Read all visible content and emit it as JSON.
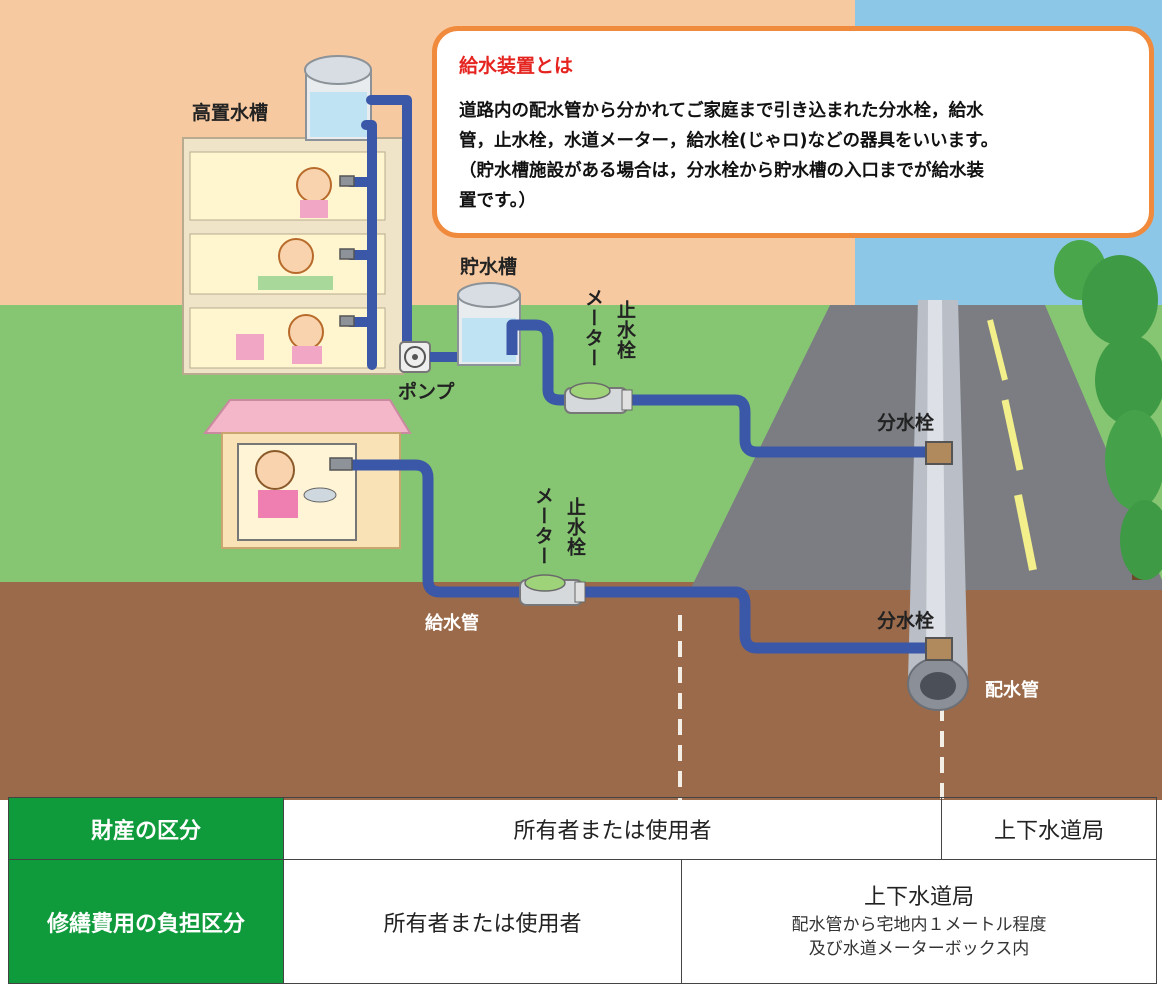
{
  "callout": {
    "title": "給水装置とは",
    "body_lines": [
      "道路内の配水管から分かれてご家庭まで引き込まれた分水栓，給水",
      "管，止水栓，水道メーター，給水栓(じゃロ)などの器具をいいます。",
      "（貯水槽施設がある場合は，分水栓から貯水槽の入口までが給水装",
      "置です。）"
    ]
  },
  "labels": {
    "elevated_tank": "高置水槽",
    "storage_tank": "貯水槽",
    "pump": "ポンプ",
    "meter": "メーター",
    "stop_valve": "止水栓",
    "branch_valve": "分水栓",
    "supply_pipe": "給水管",
    "distribution_main": "配水管"
  },
  "table": {
    "row1": {
      "header": "財産の区分",
      "owner": "所有者または使用者",
      "bureau": "上下水道局"
    },
    "row2": {
      "header": "修繕費用の負担区分",
      "owner": "所有者または使用者",
      "bureau": "上下水道局",
      "bureau_note_line1": "配水管から宅地内１メートル程度",
      "bureau_note_line2": "及び水道メーターボックス内"
    }
  },
  "colors": {
    "sky_wall": "#f7c9a0",
    "sky_blue": "#8dc7e8",
    "lawn": "#7fc26a",
    "soil": "#9a6a4a",
    "road": "#7b7d82",
    "pipe": "#3b57a8",
    "callout_border": "#f08a3c",
    "callout_title": "#e52420",
    "table_header": "#0f9a3c"
  }
}
